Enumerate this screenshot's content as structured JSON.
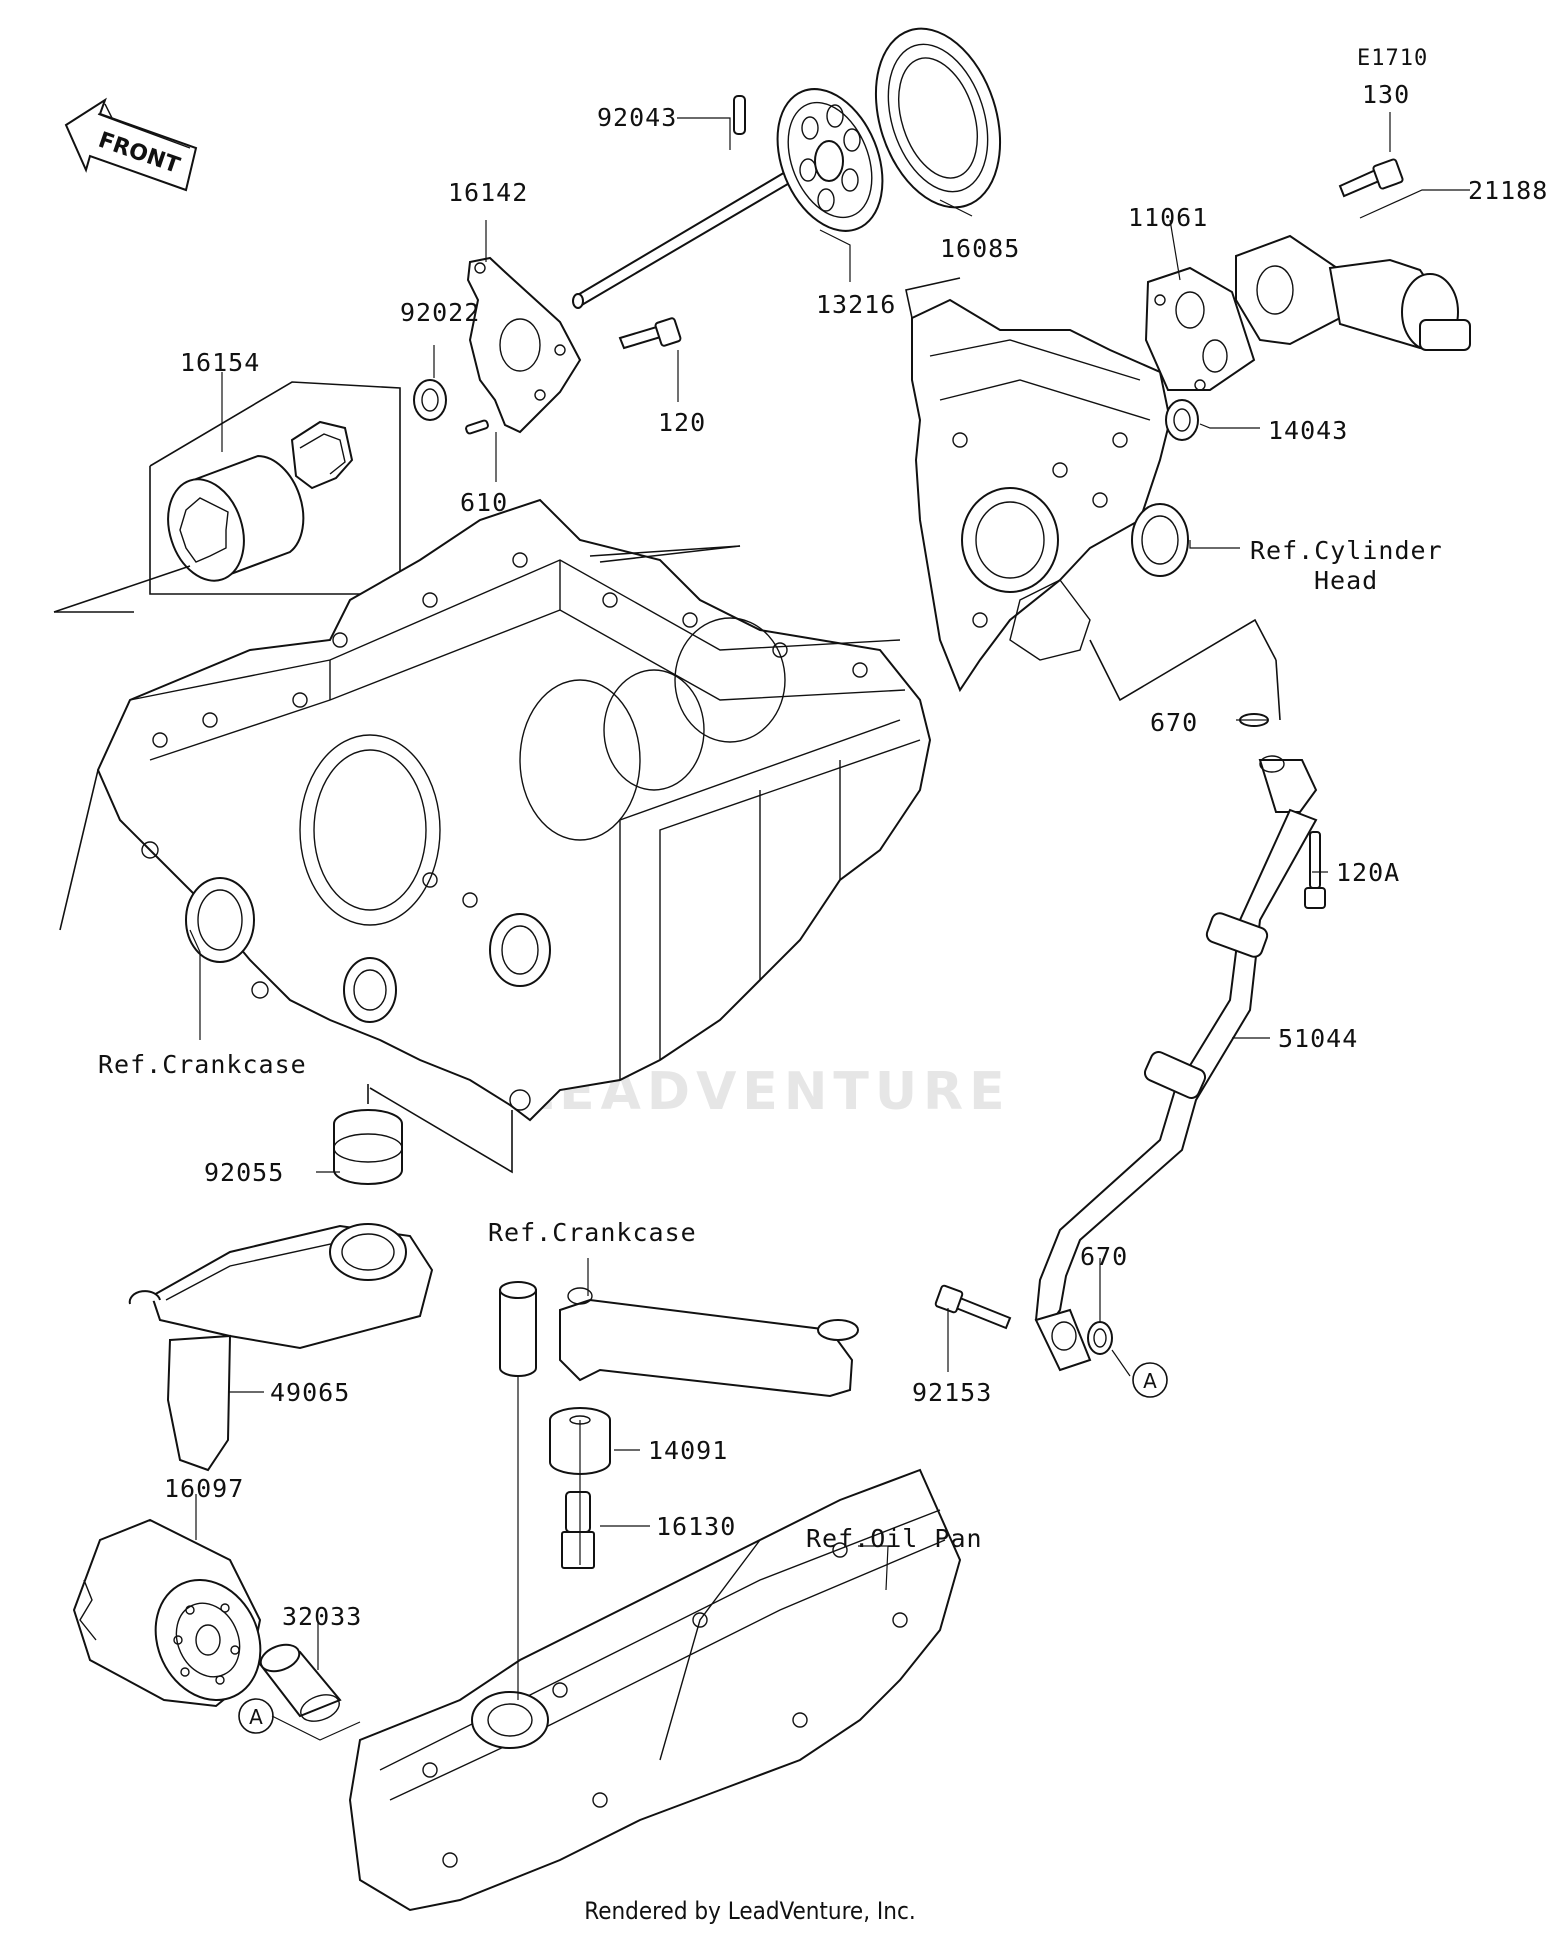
{
  "diagram": {
    "front_arrow": "FRONT",
    "watermark": "LEADVENTURE",
    "footer": "Rendered by LeadVenture, Inc.",
    "labels": {
      "e1710": "E1710",
      "p130": "130",
      "p92043": "92043",
      "p21188": "21188",
      "p16142": "16142",
      "p11061": "11061",
      "p16085": "16085",
      "p92022": "92022",
      "p13216": "13216",
      "p16154": "16154",
      "p120": "120",
      "p14043": "14043",
      "p610": "610",
      "ref_cylinder_head_1": "Ref.Cylinder",
      "ref_cylinder_head_2": "Head",
      "p670_top": "670",
      "p120a": "120A",
      "p51044": "51044",
      "ref_crankcase_1": "Ref.Crankcase",
      "p92055": "92055",
      "ref_crankcase_2": "Ref.Crankcase",
      "p670_bot": "670",
      "p92153": "92153",
      "callout_a_right": "A",
      "p49065": "49065",
      "p14091": "14091",
      "p16097": "16097",
      "p16130": "16130",
      "ref_oil_pan": "Ref.Oil Pan",
      "p32033": "32033",
      "callout_a_left": "A"
    }
  }
}
